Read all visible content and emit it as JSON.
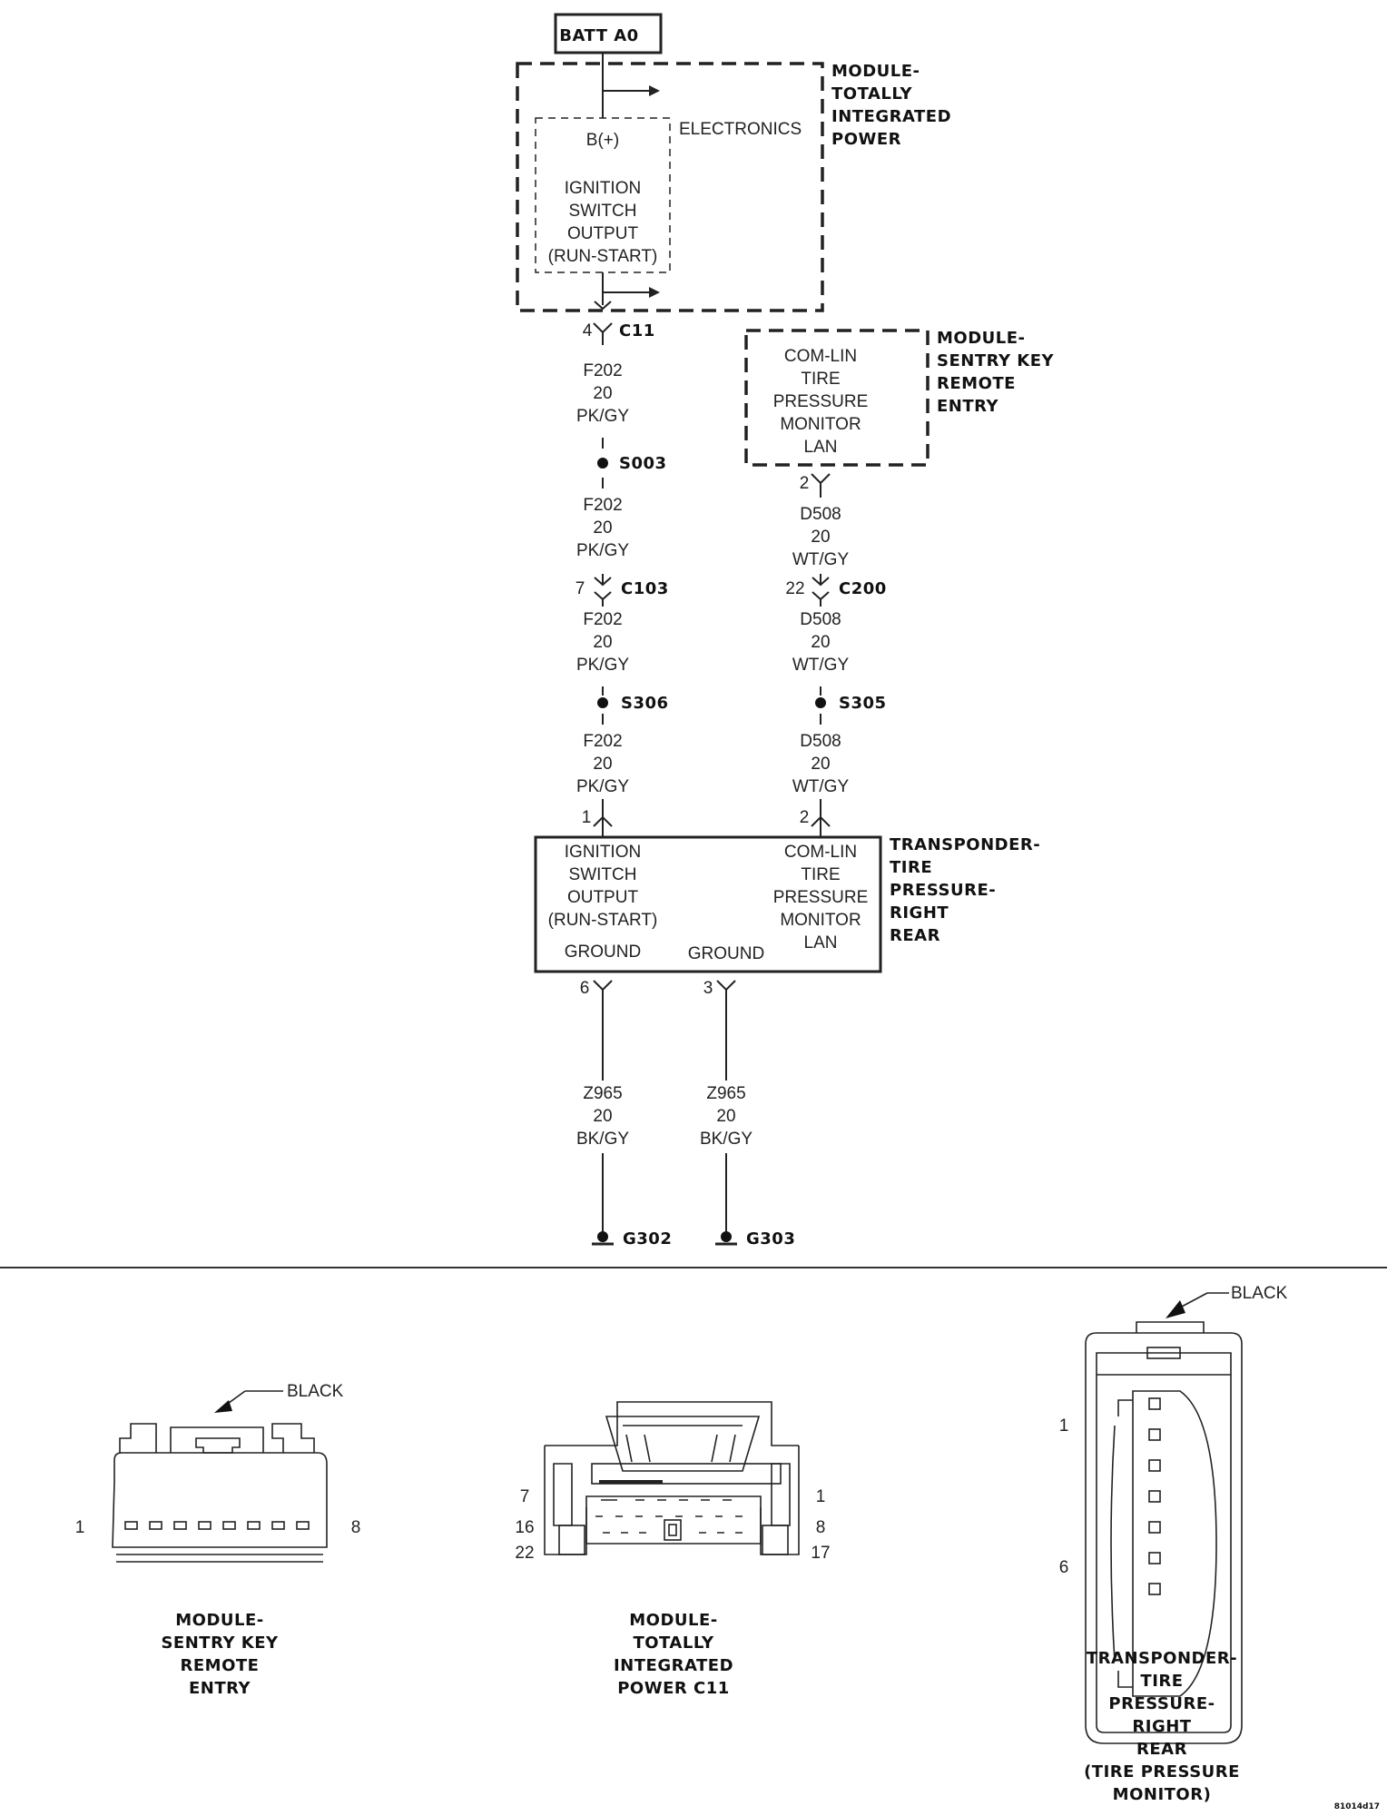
{
  "source": {
    "label": "BATT A0"
  },
  "tipm": {
    "title": [
      "MODULE-",
      "TOTALLY",
      "INTEGRATED",
      "POWER"
    ],
    "electronics": "ELECTRONICS",
    "bplus": "B(+)",
    "output": [
      "IGNITION",
      "SWITCH",
      "OUTPUT",
      "(RUN-START)"
    ],
    "pin": "4",
    "connector": "C11"
  },
  "skreem": {
    "title": [
      "MODULE-",
      "SENTRY KEY",
      "REMOTE",
      "ENTRY"
    ],
    "function": [
      "COM-LIN",
      "TIRE",
      "PRESSURE",
      "MONITOR",
      "LAN"
    ],
    "pin": "2"
  },
  "wires": {
    "f202": [
      "F202",
      "20",
      "PK/GY"
    ],
    "d508": [
      "D508",
      "20",
      "WT/GY"
    ],
    "z965": [
      "Z965",
      "20",
      "BK/GY"
    ]
  },
  "splices": {
    "s1": "S003",
    "s2": "S306",
    "s3": "S305"
  },
  "connectors": {
    "c103": {
      "name": "C103",
      "pin": "7"
    },
    "c200": {
      "name": "C200",
      "pin": "22"
    }
  },
  "transponder": {
    "title": [
      "TRANSPONDER-",
      "TIRE",
      "PRESSURE-",
      "RIGHT",
      "REAR"
    ],
    "left_function": [
      "IGNITION",
      "SWITCH",
      "OUTPUT",
      "(RUN-START)"
    ],
    "right_function": [
      "COM-LIN",
      "TIRE",
      "PRESSURE",
      "MONITOR",
      "LAN"
    ],
    "ground1": "GROUND",
    "ground2": "GROUND",
    "pin_ign": "1",
    "pin_lan": "2",
    "pin_g1": "6",
    "pin_g2": "3"
  },
  "grounds": {
    "g1": "G302",
    "g2": "G303"
  },
  "views": {
    "skreem": {
      "color": "BLACK",
      "pin_first": "1",
      "pin_last": "8",
      "label": [
        "MODULE-",
        "SENTRY KEY",
        "REMOTE",
        "ENTRY"
      ]
    },
    "tipm": {
      "pins_left": [
        "7",
        "16",
        "22"
      ],
      "pins_right": [
        "1",
        "8",
        "17"
      ],
      "label": [
        "MODULE-",
        "TOTALLY",
        "INTEGRATED",
        "POWER C11"
      ]
    },
    "transponder": {
      "color": "BLACK",
      "pin_first": "1",
      "pin_last": "6",
      "label": [
        "TRANSPONDER-",
        "TIRE",
        "PRESSURE-",
        "RIGHT",
        "REAR",
        "(TIRE PRESSURE",
        "MONITOR)"
      ]
    }
  },
  "figure_id": "81014d17"
}
